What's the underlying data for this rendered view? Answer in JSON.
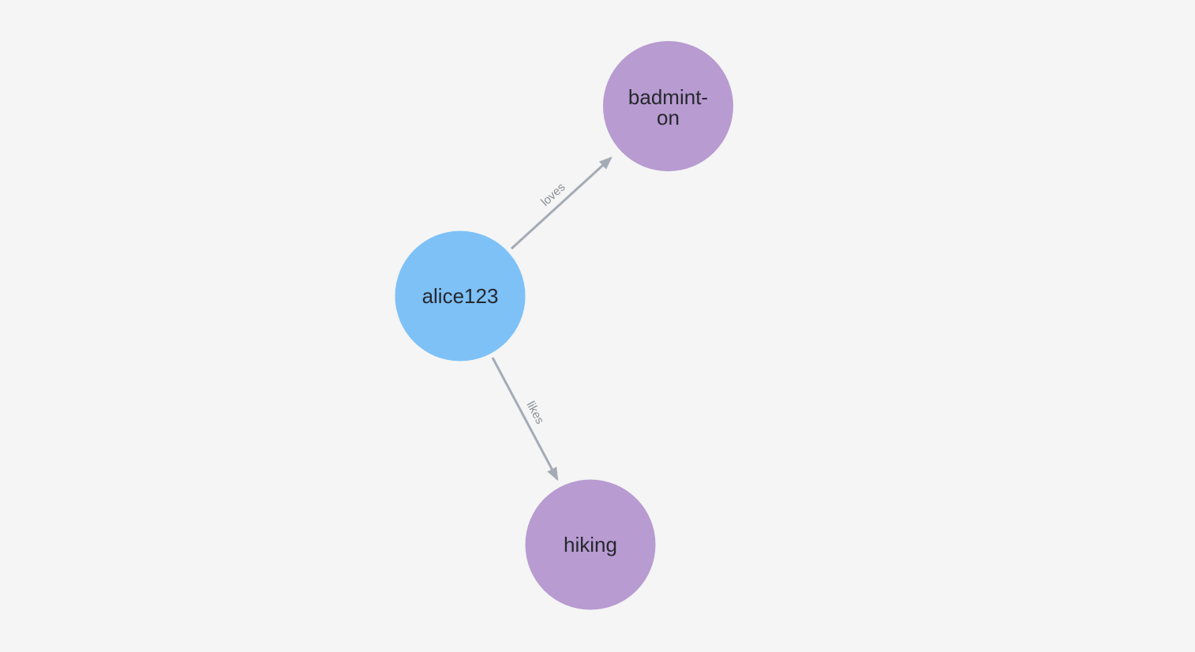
{
  "canvas": {
    "background": "#f4f5f4"
  },
  "graph": {
    "nodes": [
      {
        "label": "alice123",
        "color": "#7ec1f7",
        "text_color": "#26282e"
      },
      {
        "label": "badminton",
        "label_lines": [
          "badmint-",
          "on"
        ],
        "color": "#b89bd1",
        "text_color": "#26282e"
      },
      {
        "label": "hiking",
        "color": "#b89bd1",
        "text_color": "#26282e"
      }
    ],
    "edges": [
      {
        "label": "loves",
        "from": "alice123",
        "to": "badminton",
        "color": "#a5abb6",
        "label_color": "#8c8f96"
      },
      {
        "label": "likes",
        "from": "alice123",
        "to": "hiking",
        "color": "#a5abb6",
        "label_color": "#8c8f96"
      }
    ]
  }
}
